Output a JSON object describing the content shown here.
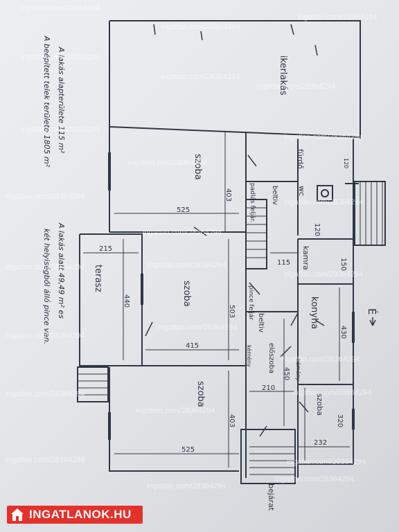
{
  "watermark": "ingatlan.com/28364294",
  "logo": {
    "text": "INGATLANOK.HU"
  },
  "notes": {
    "line1": "A lakás alapterülete 115 m²",
    "line2": "A beépített telek területe 1805 m²",
    "line3": "A lakás alatt 49,49 m² es",
    "line4": "két helyiségből álló pince van."
  },
  "rooms": {
    "ikerlakas": "ikerlakás",
    "furdo": "fürdő",
    "wc": "wc",
    "padlasfeljaro": "padlás feljár.",
    "beltiv": "beltiv",
    "szoba_top": "szoba",
    "terasz": "terasz",
    "szoba_mid": "szoba",
    "kamra": "kamra",
    "pincefeljaro": "pince feljár",
    "konyha": "konyha",
    "beltiv2": "beltiv",
    "eloszoba": "előszoba",
    "kemeny1": "kémény",
    "kemeny2": "kémény",
    "szoba_bottom": "szoba",
    "szoba_small": "szoba",
    "bejarat": "bejárat",
    "north": "É"
  },
  "dims": {
    "d403_top": "403",
    "d525_top": "525",
    "d215": "215",
    "d440": "440",
    "d503": "503",
    "d415": "415",
    "d115": "115",
    "d120a": "120",
    "d120b": "120",
    "d150": "150",
    "d430": "430",
    "d450": "450",
    "d210": "210",
    "d320": "320",
    "d232": "232",
    "d403_bottom": "403",
    "d525_bottom": "525"
  }
}
